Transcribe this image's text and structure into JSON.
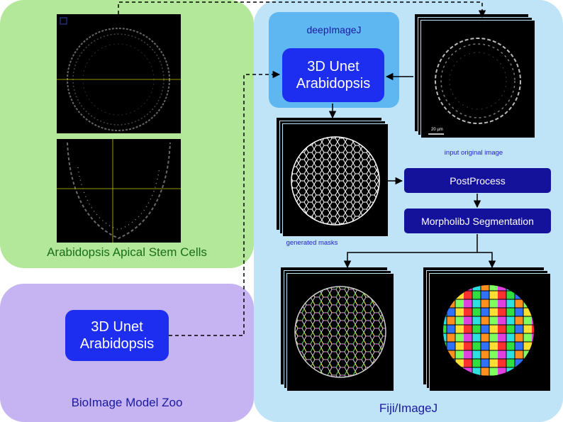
{
  "panels": {
    "arabidopsis": {
      "title": "Arabidopsis Apical Stem Cells",
      "color": "#b3e89a",
      "title_color": "#1a6e1a"
    },
    "zoo": {
      "title": "BioImage Model Zoo",
      "color": "#c6b3f2",
      "title_color": "#1a1aa0"
    },
    "fiji": {
      "title": "Fiji/ImageJ",
      "color": "#bfe3f7",
      "title_color": "#1a1aa0"
    }
  },
  "deepimagej": {
    "title": "deepImageJ",
    "color": "#5eb7f0"
  },
  "model_in_deepimagej": {
    "line1": "3D Unet",
    "line2": "Arabidopsis"
  },
  "model_in_zoo": {
    "line1": "3D Unet",
    "line2": "Arabidopsis"
  },
  "steps": {
    "postprocess": "PostProcess",
    "morpholibj": "MorpholibJ Segmentation"
  },
  "captions": {
    "input_image": "input original image",
    "generated_masks": "generated masks",
    "scale_bar": "20 µm"
  },
  "colors": {
    "model_button": "#1e2ef0",
    "step_button": "#14129a",
    "caption": "#2222c8"
  }
}
